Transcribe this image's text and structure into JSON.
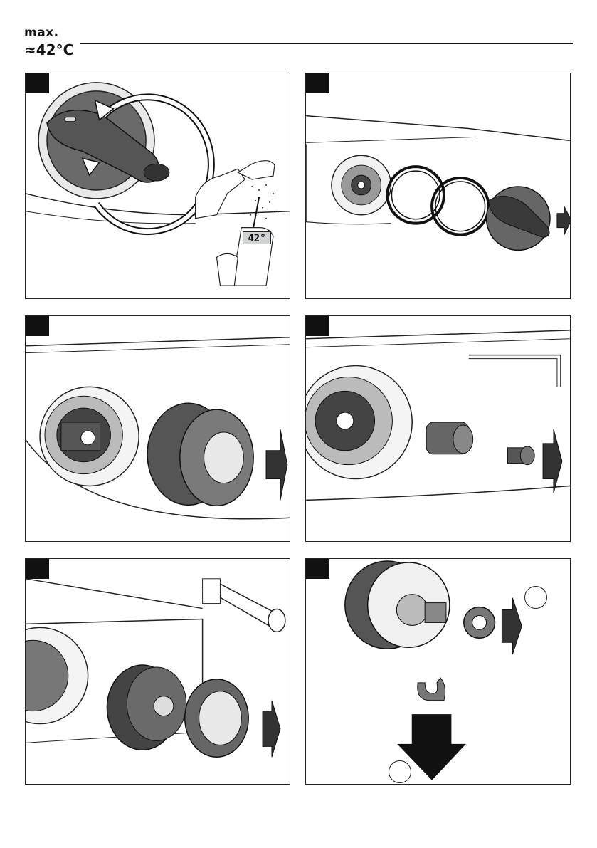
{
  "header": {
    "max_label": "max.",
    "temperature_label": "≈42°C"
  },
  "panels": [
    {
      "id": 1,
      "thermometer_display": "42°"
    },
    {
      "id": 2
    },
    {
      "id": 3
    },
    {
      "id": 4
    },
    {
      "id": 5
    },
    {
      "id": 6
    }
  ],
  "colors": {
    "ink": "#111111",
    "part_gray": "#555555",
    "light_gray": "#cccccc",
    "lcd": "#cfd3d4"
  }
}
